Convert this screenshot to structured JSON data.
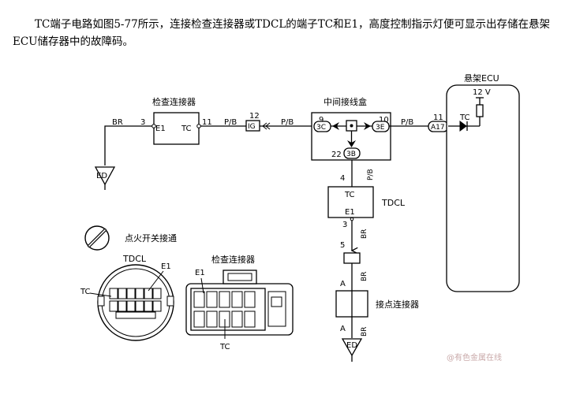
{
  "intro": "TC端子电路如图5-77所示，连接检查连接器或TDCL的端子TC和E1，高度控制指示灯便可显示出存储在悬架ECU储存器中的故障码。",
  "labels": {
    "check_connector": "检查连接器",
    "junction_box": "中间接线盒",
    "suspension_ecu": "悬架ECU",
    "tdcl": "TDCL",
    "contact_connector": "接点连接器",
    "ignition_on": "点火开关接通",
    "tdcl_bottom": "TDCL",
    "check_connector_bottom": "检查连接器",
    "watermark": "@有色金属在线"
  },
  "wires": {
    "br": "BR",
    "pb": "P/B"
  },
  "pins": {
    "e1": "E1",
    "tc": "TC",
    "n3": "3",
    "n11": "11",
    "n12": "12",
    "ig": "IG",
    "c3": "3C",
    "c3e": "3E",
    "c3b": "3B",
    "n9": "9",
    "n10": "10",
    "n22": "22",
    "n4": "4",
    "n5": "5",
    "a17": "A17",
    "v12": "12 V",
    "a": "A",
    "ed": "ED"
  }
}
